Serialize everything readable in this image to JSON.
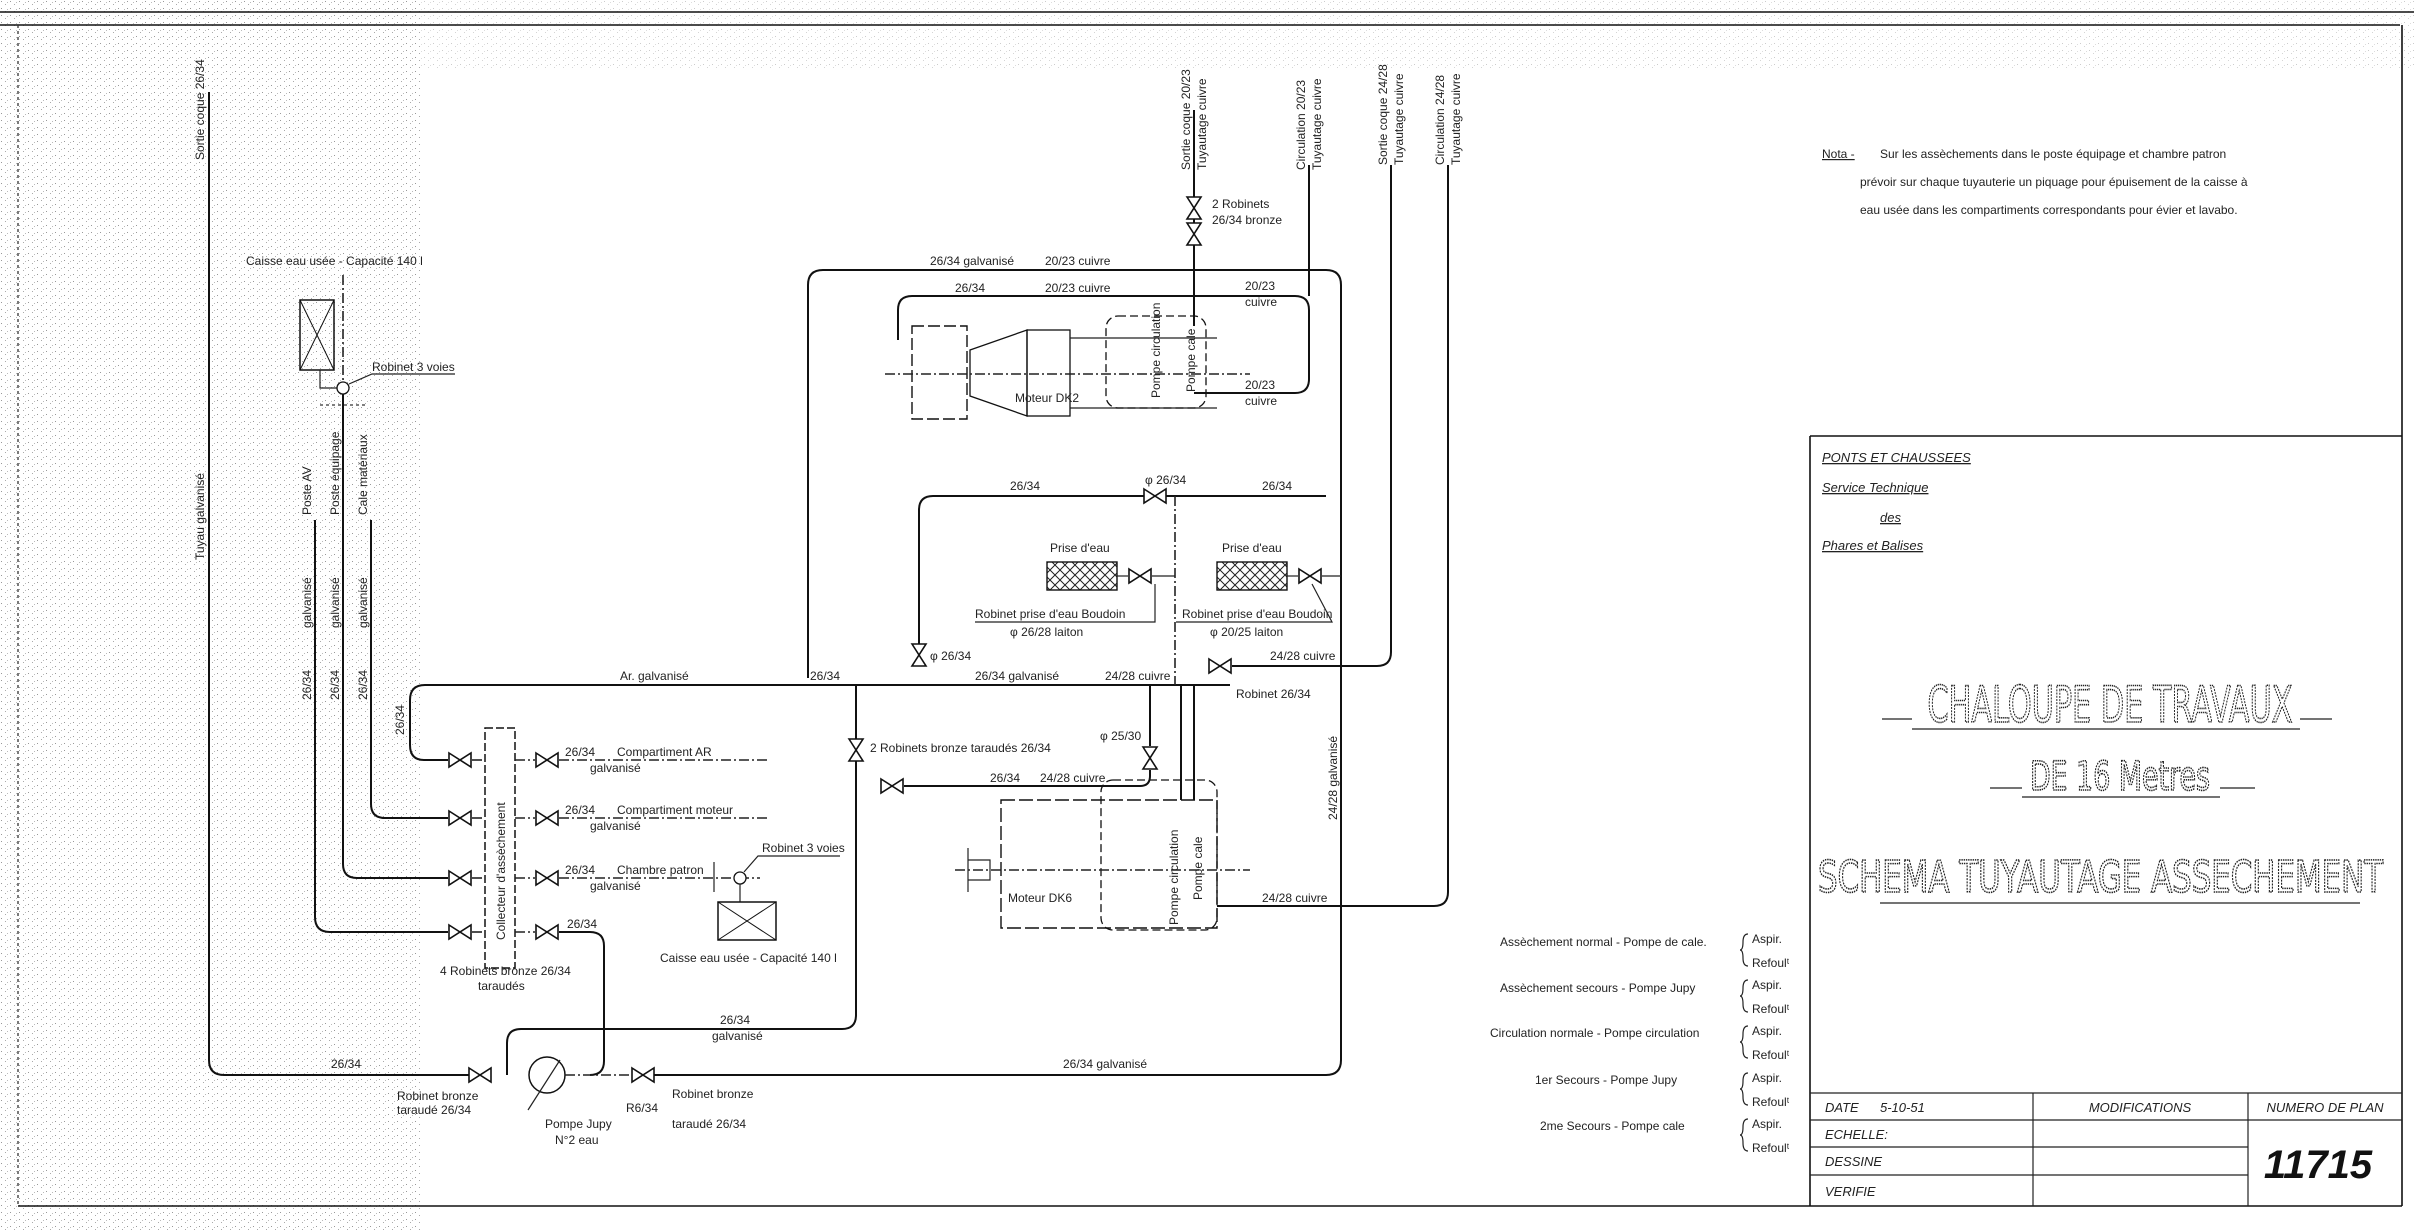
{
  "note": {
    "label": "Nota -",
    "lines": [
      "Sur les assèchements dans le poste équipage et chambre patron",
      "prévoir sur chaque tuyauterie un piquage pour épuisement de la caisse à",
      "eau usée dans les compartiments correspondants pour évier et lavabo."
    ]
  },
  "title_block": {
    "org1": "PONTS ET CHAUSSEES",
    "org2": "Service Technique",
    "org3": "des",
    "org4": "Phares et Balises",
    "title1": "CHALOUPE DE TRAVAUX",
    "title2": "DE 16 Metres",
    "title3": "SCHEMA TUYAUTAGE ASSECHEMENT"
  },
  "table": {
    "date_label": "DATE",
    "date_value": "5-10-51",
    "echelle_label": "ECHELLE:",
    "dessine_label": "DESSINE",
    "verifie_label": "VERIFIE",
    "modifications_label": "MODIFICATIONS",
    "plan_label": "NUMERO DE PLAN",
    "plan_number": "11715"
  },
  "legend": {
    "rows": [
      {
        "label": "Assèchement normal - Pompe de cale.",
        "aspir": "Aspir.",
        "refoul": "Refoulᵗ"
      },
      {
        "label": "Assèchement secours - Pompe Jupy",
        "aspir": "Aspir.",
        "refoul": "Refoulᵗ"
      },
      {
        "label": "Circulation normale - Pompe circulation",
        "aspir": "Aspir.",
        "refoul": "Refoulᵗ"
      },
      {
        "label": "1er Secours - Pompe Jupy",
        "aspir": "Aspir.",
        "refoul": "Refoulᵗ"
      },
      {
        "label": "2me Secours - Pompe cale",
        "aspir": "Aspir.",
        "refoul": "Refoulᵗ"
      }
    ]
  },
  "diagram": {
    "sortie_coque_left": "Sortie coque 26/34",
    "tuyau_galvanise": "Tuyau galvanisé",
    "caisse_top": "Caisse eau usée - Capacité 140 l",
    "robinet_3_voies_top": "Robinet 3 voies",
    "poste_av": "Poste AV",
    "poste_equipage": "Poste équipage",
    "cale_materiaux": "Cale matériaux",
    "galvanise": "galvanisé",
    "d2634": "26/34",
    "sortie_coque_2023": "Sortie coque 20/23",
    "circulation_2023": "Circulation 20/23",
    "sortie_coque_2428": "Sortie coque 24/28",
    "circulation_2428": "Circulation 24/28",
    "tuyautage_cuivre": "Tuyautage cuivre",
    "robinets_top": "2 Robinets",
    "robinets_top2": "26/34 bronze",
    "galv_2634": "26/34 galvanisé",
    "cuivre_2023": "20/23 cuivre",
    "cuivre": "cuivre",
    "d2023": "20/23",
    "moteur_dk2": "Moteur DK2",
    "pompe_circulation": "Pompe circulation",
    "pompe_cale": "Pompe cale",
    "prise_eau": "Prise d'eau",
    "robinet_prise_1": "Robinet prise d'eau Boudoin",
    "robinet_prise_1b": "φ 26/28 laiton",
    "robinet_prise_2": "Robinet prise d'eau Boudoin",
    "robinet_prise_2b": "φ 20/25 laiton",
    "v2634": "φ 26/34",
    "ar_galvanise": "Ar. galvanisé",
    "cuivre_2428": "24/28 cuivre",
    "robinet_2634": "Robinet 26/34",
    "galv_2428": "24/28 galvanisé",
    "robinets_bronze": "2 Robinets bronze taraudés 26/34",
    "cuivre_2428b": "24/28 cuivre",
    "d2530": "φ 25/30",
    "moteur_dk6": "Moteur DK6",
    "collecteur": "Collecteur d'assèchement",
    "comp_ar": "Compartiment AR",
    "comp_moteur": "Compartiment moteur",
    "chambre_patron": "Chambre patron",
    "robinet_3_voies_bot": "Robinet 3 voies",
    "caisse_bot": "Caisse eau usée - Capacité 140 l",
    "quatre_robinets": "4 Robinets bronze 26/34",
    "taraudes": "taraudés",
    "robinet_bronze_l1": "Robinet bronze",
    "robinet_bronze_l2": "taraudé 26/34",
    "pompe_jupy": "Pompe Jupy",
    "pompe_jupy_2": "N°2 eau",
    "r634": "R6/34",
    "robinet_bronze_r1": "Robinet bronze",
    "robinet_bronze_r2": "taraudé 26/34"
  }
}
